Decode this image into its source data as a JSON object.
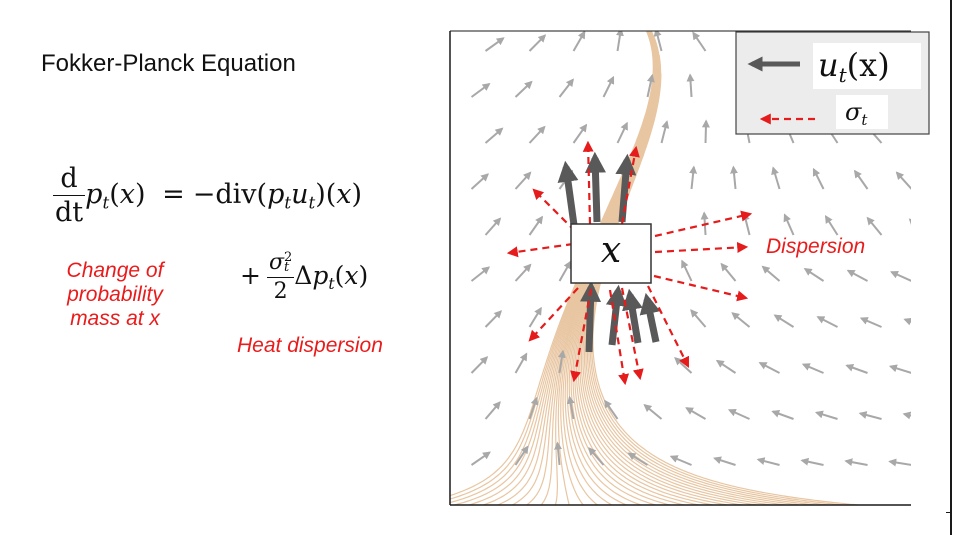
{
  "title": "Fokker-Planck Equation",
  "equation": {
    "lhs_num": "d",
    "lhs_den_d": "d",
    "lhs_den_t": "t",
    "p": "p",
    "t": "t",
    "x": "x",
    "rhs_eq": "=",
    "rhs_minus_div": "−div",
    "rhs_u": "u",
    "plus": "+",
    "sigma": "σ",
    "sq": "2",
    "two": "2",
    "delta": "Δ"
  },
  "annotations": {
    "change_lines": [
      "Change of",
      "probability",
      "mass at x"
    ],
    "heat_dispersion": "Heat dispersion",
    "dispersion": "Dispersion"
  },
  "diagram": {
    "center_label": "x",
    "legend": {
      "drift_label_u": "u",
      "drift_label_sub": "t",
      "drift_label_arg": "(x)",
      "noise_label_sigma": "σ",
      "noise_label_sub": "t"
    },
    "colors": {
      "streamline": "#e8c6a2",
      "field_arrow": "#a8a8a8",
      "drift_arrow": "#595959",
      "noise_arrow": "#e61b1b",
      "legend_bg": "#ececec",
      "frame": "#1a1a1a"
    }
  }
}
